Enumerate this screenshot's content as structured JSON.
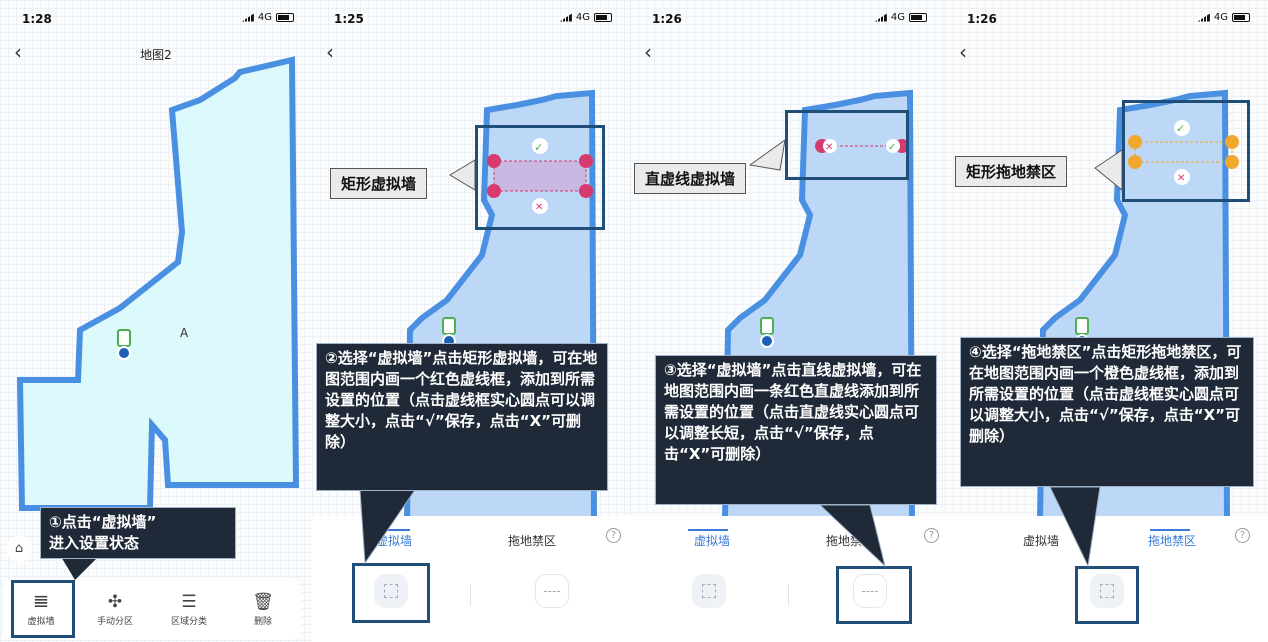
{
  "panels": [
    {
      "time": "1:28",
      "network": "4G",
      "title": "地图2",
      "room_label": "A",
      "callout": "①点击“虚拟墙”\n进入设置状态",
      "toolbar": [
        {
          "label": "虚拟墙",
          "icon": "virtual-wall-icon"
        },
        {
          "label": "手动分区",
          "icon": "puzzle-icon"
        },
        {
          "label": "区域分类",
          "icon": "list-icon"
        },
        {
          "label": "删除",
          "icon": "trash-icon"
        }
      ]
    },
    {
      "time": "1:25",
      "network": "4G",
      "label": "矩形虚拟墙",
      "callout": "②选择“虚拟墙”点击矩形虚拟墙，可在地图范围内画一个红色虚线框，添加到所需设置的位置（点击虚线框实心圆点可以调整大小，点击“√”保存，点击“X”可删除）",
      "tabs": [
        "虚拟墙",
        "拖地禁区"
      ],
      "active_tab": 0
    },
    {
      "time": "1:26",
      "network": "4G",
      "label": "直虚线虚拟墙",
      "callout": "③选择“虚拟墙”点击直线虚拟墙，可在地图范围内画一条红色直虚线添加到所需设置的位置（点击直虚线实心圆点可以调整长短，点击“√”保存，点击“X”可删除）",
      "tabs": [
        "虚拟墙",
        "拖地禁区"
      ],
      "active_tab": 0
    },
    {
      "time": "1:26",
      "network": "4G",
      "label": "矩形拖地禁区",
      "callout": "④选择“拖地禁区”点击矩形拖地禁区，可在地图范围内画一个橙色虚线框，添加到所需设置的位置（点击虚线框实心圆点可以调整大小，点击“√”保存，点击“X”可删除）",
      "tabs": [
        "虚拟墙",
        "拖地禁区"
      ],
      "active_tab": 1
    }
  ],
  "help_icon": "?",
  "colors": {
    "map_border": "#4a90e2",
    "map_fill_1": "#dcf9fb",
    "map_fill": "#bcd8f6",
    "callout_bg": "#1f2937",
    "highlight": "#1f4e79",
    "accent": "#3a7bd5",
    "wall": "#d63a6e",
    "mop": "#f0a830"
  }
}
